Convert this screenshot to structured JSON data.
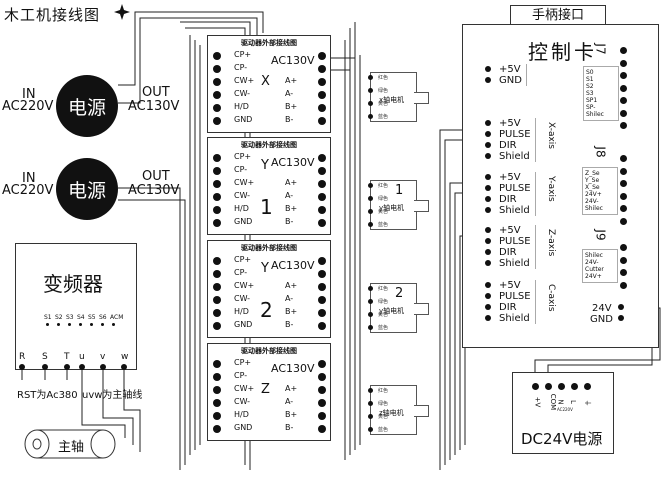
{
  "title": "木工机接线图",
  "power_supplies": [
    {
      "label": "电源",
      "in_label": "IN",
      "in_voltage": "AC220V",
      "out_label": "OUT",
      "out_voltage": "AC130V"
    },
    {
      "label": "电源",
      "in_label": "IN",
      "in_voltage": "AC220V",
      "out_label": "OUT",
      "out_voltage": "AC130V"
    }
  ],
  "drivers": [
    {
      "header": "驱动器外部接线图",
      "axis": "X",
      "number": "",
      "ac": "AC130V",
      "left_pins": [
        "CP+",
        "CP-",
        "CW+",
        "CW-",
        "H/D",
        "GND"
      ],
      "right_pins": [
        "A+",
        "A-",
        "B+",
        "B-"
      ]
    },
    {
      "header": "驱动器外部接线图",
      "axis": "Y",
      "number": "1",
      "ac": "AC130V",
      "left_pins": [
        "CP+",
        "CP-",
        "CW+",
        "CW-",
        "H/D",
        "GND"
      ],
      "right_pins": [
        "A+",
        "A-",
        "B+",
        "B-"
      ]
    },
    {
      "header": "驱动器外部接线图",
      "axis": "Y",
      "number": "2",
      "ac": "AC130V",
      "left_pins": [
        "CP+",
        "CP-",
        "CW+",
        "CW-",
        "H/D",
        "GND"
      ],
      "right_pins": [
        "A+",
        "A-",
        "B+",
        "B-"
      ]
    },
    {
      "header": "驱动器外部接线图",
      "axis": "Z",
      "number": "",
      "ac": "AC130V",
      "left_pins": [
        "CP+",
        "CP-",
        "CW+",
        "CW-",
        "H/D",
        "GND"
      ],
      "right_pins": [
        "A+",
        "A-",
        "B+",
        "B-"
      ]
    }
  ],
  "motors": [
    {
      "name": "x轴电机",
      "number": "",
      "wires": [
        "红色",
        "绿色",
        "黄色",
        "蓝色"
      ]
    },
    {
      "name": "y轴电机",
      "number": "1",
      "wires": [
        "红色",
        "绿色",
        "黄色",
        "蓝色"
      ]
    },
    {
      "name": "y轴电机",
      "number": "2",
      "wires": [
        "红色",
        "绿色",
        "黄色",
        "蓝色"
      ]
    },
    {
      "name": "z轴电机",
      "number": "",
      "wires": [
        "红色",
        "绿色",
        "黄色",
        "蓝色"
      ]
    }
  ],
  "control_card": {
    "handle_port": "手柄接口",
    "title": "控制卡",
    "power_pins": [
      "+5V",
      "GND"
    ],
    "j7": {
      "label": "J7",
      "pins": [
        "S0",
        "S1",
        "S2",
        "S3",
        "SP1",
        "SP-",
        "Shilec"
      ]
    },
    "j8": {
      "label": "J8",
      "pins": [
        "Z_Se",
        "Y_Se",
        "X_Se",
        "24V+",
        "24V-",
        "Shilec"
      ]
    },
    "j9": {
      "label": "J9",
      "pins": [
        "Shilec",
        "24V-",
        "Cutter",
        "24V+"
      ]
    },
    "axes": [
      {
        "label": "X-axis",
        "pins": [
          "+5V",
          "PULSE",
          "DIR",
          "Shield"
        ]
      },
      {
        "label": "Y-axis",
        "pins": [
          "+5V",
          "PULSE",
          "DIR",
          "Shield"
        ]
      },
      {
        "label": "Z-axis",
        "pins": [
          "+5V",
          "PULSE",
          "DIR",
          "Shield"
        ]
      },
      {
        "label": "C-axis",
        "pins": [
          "+5V",
          "PULSE",
          "DIR",
          "Shield"
        ]
      }
    ],
    "supply_pins": [
      "24V",
      "GND"
    ]
  },
  "vfd": {
    "title": "变频器",
    "signal_pins": [
      "S1",
      "S2",
      "S3",
      "S4",
      "S5",
      "S6",
      "ACM"
    ],
    "power_pins": [
      "R",
      "S",
      "T",
      "u",
      "v",
      "w"
    ],
    "note_rst": "RST为Ac380",
    "note_uvw": "uvw为主轴线"
  },
  "spindle": {
    "label": "主轴"
  },
  "dc_supply": {
    "title": "DC24V电源",
    "pins": [
      "+V",
      "COM",
      "N",
      "L",
      "⏚"
    ],
    "note": "AC220V"
  }
}
